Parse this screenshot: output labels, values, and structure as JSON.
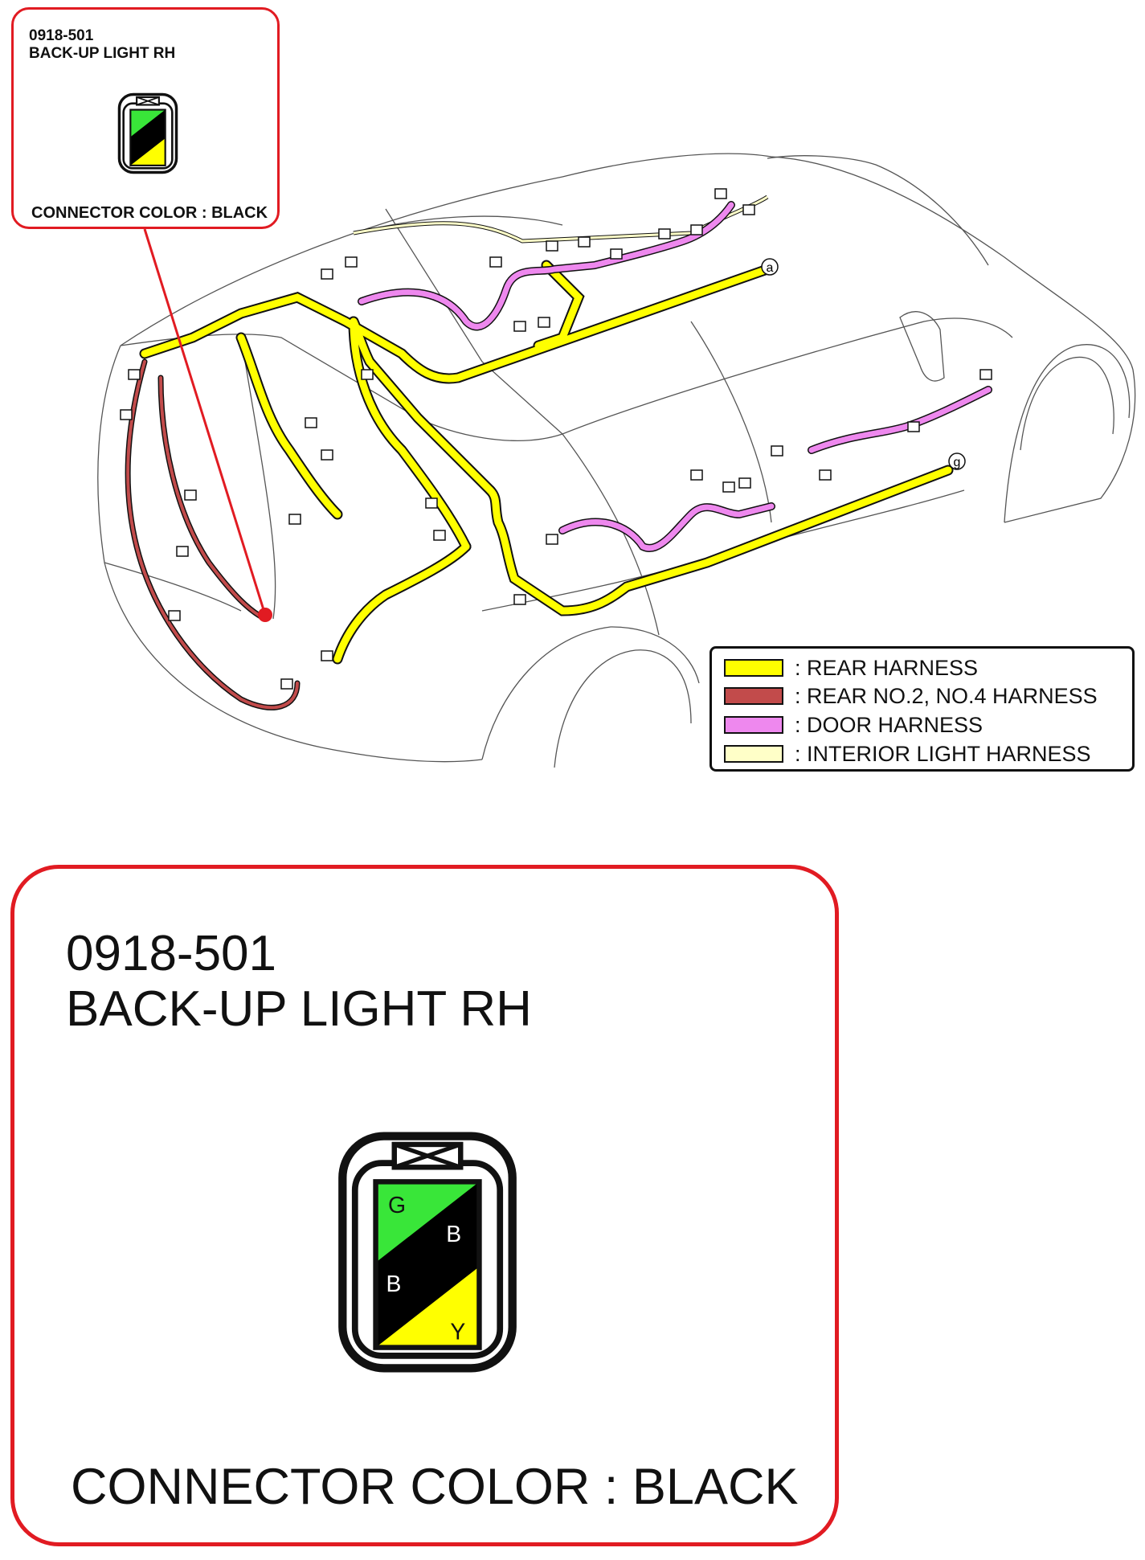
{
  "connector": {
    "code": "0918-501",
    "name": "BACK-UP LIGHT RH",
    "color_text": "CONNECTOR COLOR : BLACK",
    "pins": [
      {
        "label": "G",
        "color": "#39e639"
      },
      {
        "label": "B",
        "color": "#000000"
      },
      {
        "label": "B",
        "color": "#000000"
      },
      {
        "label": "Y",
        "color": "#ffff00"
      }
    ]
  },
  "markers": {
    "a": "a",
    "g": "g"
  },
  "legend": [
    {
      "label": ": REAR HARNESS",
      "color": "#ffff00"
    },
    {
      "label": ": REAR NO.2, NO.4 HARNESS",
      "color": "#c24b4b"
    },
    {
      "label": ": DOOR HARNESS",
      "color": "#ee88ee"
    },
    {
      "label": ": INTERIOR LIGHT HARNESS",
      "color": "#ffffc8"
    }
  ],
  "colors": {
    "callout_border": "#e11b22",
    "leader_line": "#e11b22"
  }
}
